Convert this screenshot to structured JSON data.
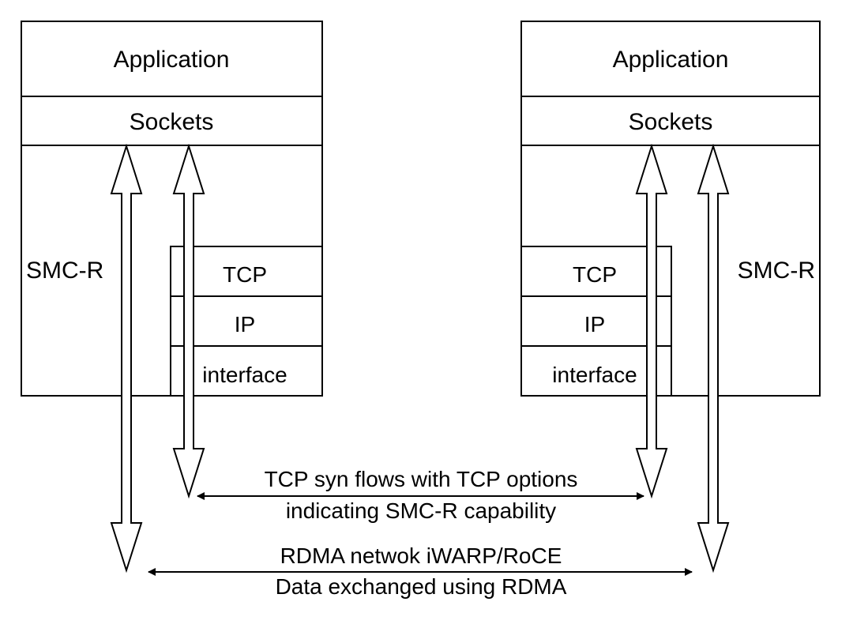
{
  "left_host": {
    "application": "Application",
    "sockets": "Sockets",
    "smc_r": "SMC-R",
    "tcp": "TCP",
    "ip": "IP",
    "interface": "interface"
  },
  "right_host": {
    "application": "Application",
    "sockets": "Sockets",
    "smc_r": "SMC-R",
    "tcp": "TCP",
    "ip": "IP",
    "interface": "interface"
  },
  "tcp_flow": {
    "line1": "TCP syn flows with TCP options",
    "line2": "indicating SMC-R capability"
  },
  "rdma_flow": {
    "line1": "RDMA netwok iWARP/RoCE",
    "line2": "Data exchanged using RDMA"
  }
}
